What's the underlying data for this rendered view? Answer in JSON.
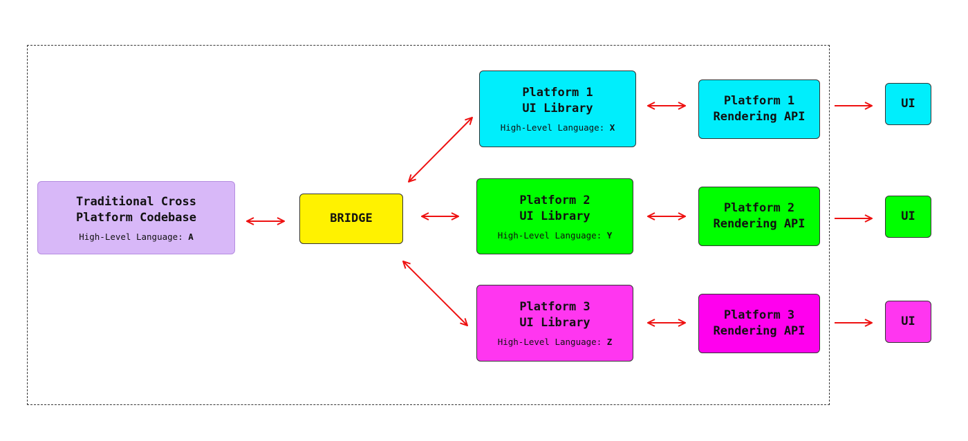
{
  "codebase": {
    "title_line1": "Traditional Cross",
    "title_line2": "Platform Codebase",
    "lang_label": "High-Level Language: ",
    "lang_value": "A",
    "color": "#d8b8f8"
  },
  "bridge": {
    "title": "BRIDGE",
    "color": "#fff200"
  },
  "platforms": [
    {
      "lib_line1": "Platform 1",
      "lib_line2": "UI Library",
      "lang_label": "High-Level Language: ",
      "lang_value": "X",
      "api_line1": "Platform 1",
      "api_line2": "Rendering API",
      "ui": "UI",
      "color": "#00eefc"
    },
    {
      "lib_line1": "Platform 2",
      "lib_line2": "UI Library",
      "lang_label": "High-Level Language: ",
      "lang_value": "Y",
      "api_line1": "Platform 2",
      "api_line2": "Rendering API",
      "ui": "UI",
      "color": "#00ff00"
    },
    {
      "lib_line1": "Platform 3",
      "lib_line2": "UI Library",
      "lang_label": "High-Level Language: ",
      "lang_value": "Z",
      "api_line1": "Platform 3",
      "api_line2": "Rendering API",
      "ui": "UI",
      "color": "#ff36f0"
    }
  ],
  "arrow_color": "#ee1111"
}
